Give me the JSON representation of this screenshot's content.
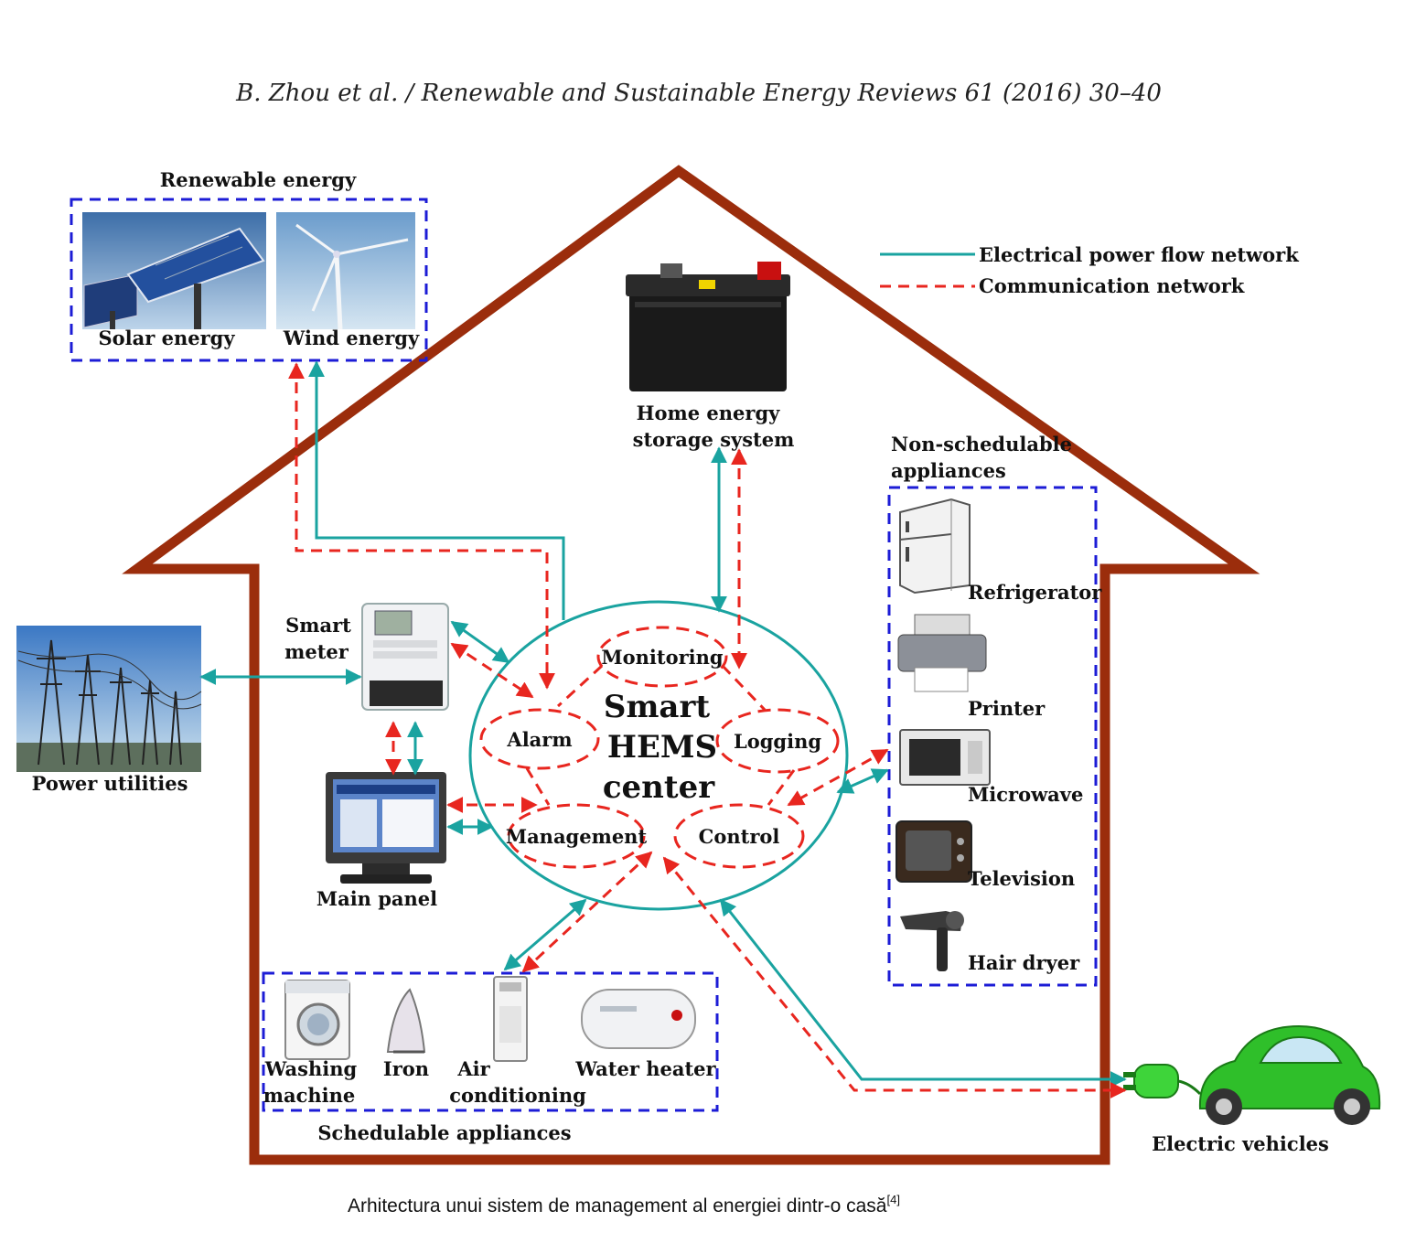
{
  "header": {
    "citation": "B. Zhou et al. / Renewable and Sustainable Energy Reviews 61 (2016) 30–40"
  },
  "legend": {
    "power": "Electrical power flow network",
    "communication": "Communication network"
  },
  "renewable": {
    "title": "Renewable energy",
    "solar": "Solar energy",
    "wind": "Wind energy"
  },
  "storage": {
    "line1": "Home energy",
    "line2": "storage system"
  },
  "power_utilities": "Power utilities",
  "smart_meter": {
    "line1": "Smart",
    "line2": "meter"
  },
  "main_panel": "Main panel",
  "center": {
    "line1": "Smart",
    "line2": "HEMS",
    "line3": "center",
    "modules": {
      "monitoring": "Monitoring",
      "alarm": "Alarm",
      "logging": "Logging",
      "management": "Management",
      "control": "Control"
    }
  },
  "non_schedulable": {
    "title_line1": "Non-schedulable",
    "title_line2": "appliances",
    "items": [
      "Refrigerator",
      "Printer",
      "Microwave",
      "Television",
      "Hair dryer"
    ]
  },
  "schedulable": {
    "title": "Schedulable appliances",
    "washing": {
      "line1": "Washing",
      "line2": "machine"
    },
    "iron": "Iron",
    "air": {
      "line1": "Air",
      "line2": "conditioning"
    },
    "water_heater": "Water heater"
  },
  "ev": "Electric vehicles",
  "caption": {
    "text": "Arhitectura unui sistem de management al energiei dintr-o casă",
    "ref": "[4]"
  },
  "colors": {
    "house": "#9b2d0c",
    "power_line": "#1aa3a0",
    "comm_line": "#e8261f",
    "group_box": "#1c1cd6",
    "car": "#2fbf2a"
  }
}
